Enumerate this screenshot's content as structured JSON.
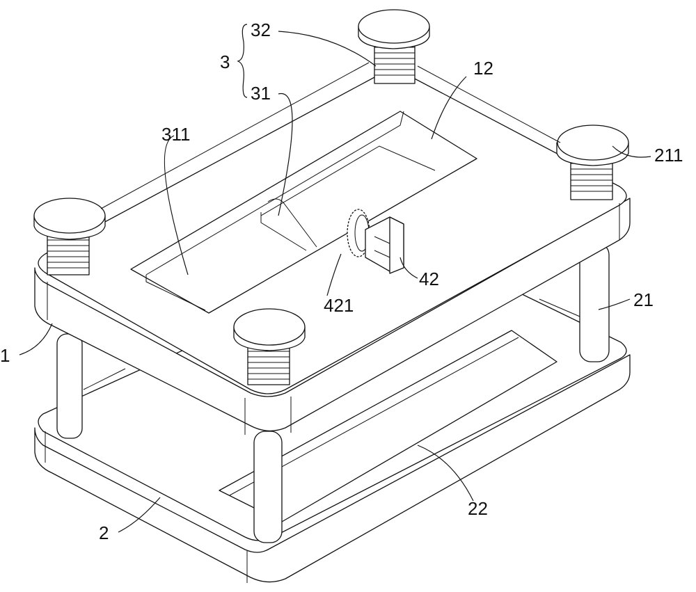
{
  "figure": {
    "labels": {
      "l3": "3",
      "l32": "32",
      "l31": "31",
      "l311": "311",
      "l12": "12",
      "l211": "211",
      "l42": "42",
      "l421": "421",
      "l21": "21",
      "l1": "1",
      "l2": "2",
      "l22": "22"
    }
  }
}
